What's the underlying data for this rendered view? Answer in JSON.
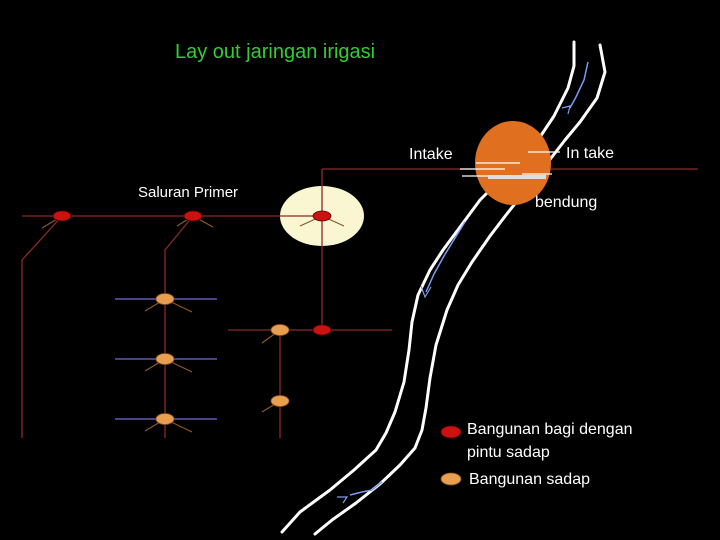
{
  "title": "Lay out jaringan irigasi",
  "labels": {
    "intake": "Intake",
    "in_take": "In take",
    "saluran_primer": "Saluran Primer",
    "bendung": "bendung"
  },
  "legend": {
    "items": [
      {
        "text_lines": [
          "Bangunan bagi dengan",
          "pintu sadap"
        ],
        "color": "#cc1111"
      },
      {
        "text_lines": [
          "Bangunan sadap"
        ],
        "color": "#e8a050"
      }
    ]
  },
  "colors": {
    "background": "#000000",
    "title": "#33cc33",
    "canal": "#8b2a2a",
    "secondary": "#6c6cd8",
    "river_bank": "#ffffff",
    "river_flow": "#7a9cf0",
    "weir": "#e07020",
    "command_area": "#fbf6d2",
    "division_structure": "#cc1111",
    "offtake_structure": "#e8a050"
  }
}
